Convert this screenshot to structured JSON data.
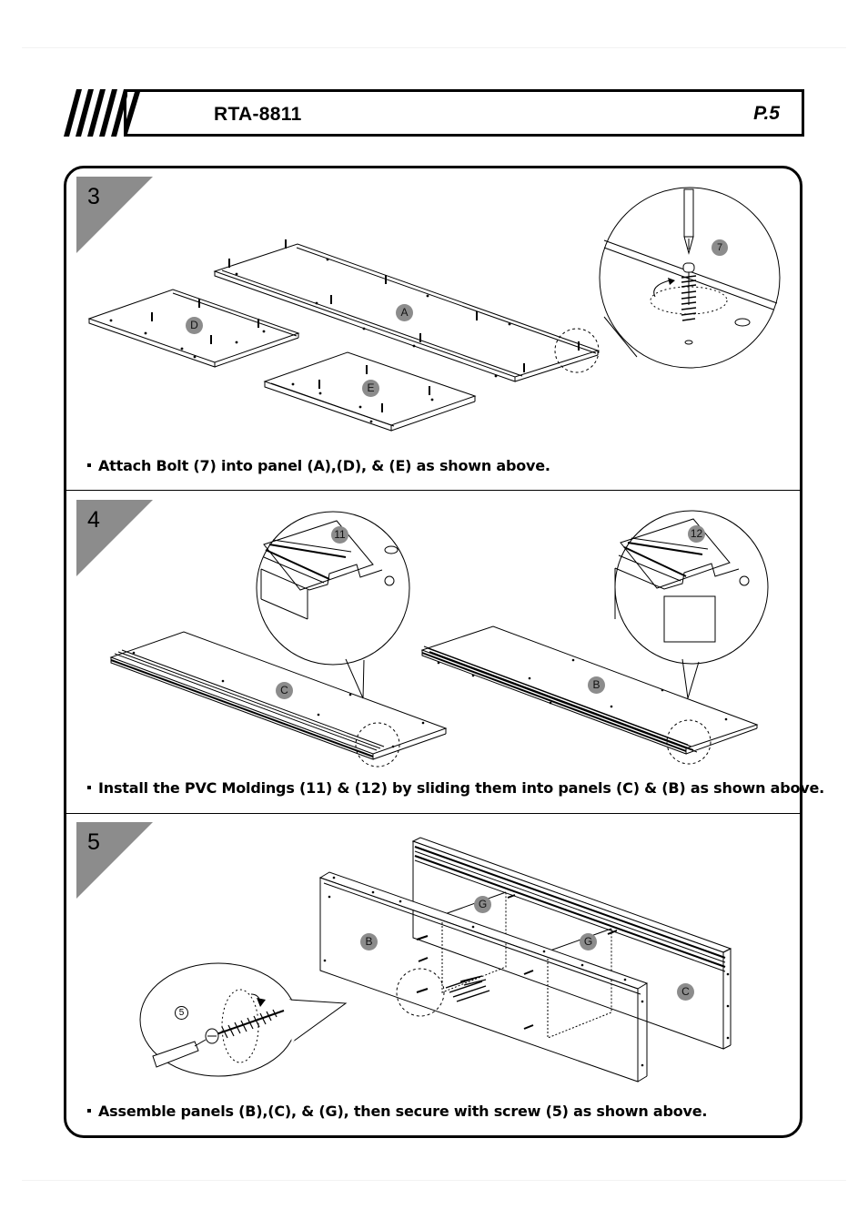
{
  "header": {
    "model": "RTA-8811",
    "page": "P.5"
  },
  "steps": [
    {
      "number": "3",
      "instruction": "Attach Bolt (7) into panel (A),(D), & (E) as shown above.",
      "labels": {
        "panel_a": "A",
        "panel_d": "D",
        "panel_e": "E",
        "bolt": "7"
      }
    },
    {
      "number": "4",
      "instruction": "Install the PVC Moldings (11) & (12) by sliding them into panels (C) & (B) as shown above.",
      "labels": {
        "panel_c": "C",
        "panel_b": "B",
        "molding_11": "11",
        "molding_12": "12"
      }
    },
    {
      "number": "5",
      "instruction": "Assemble panels (B),(C), & (G), then secure with screw (5) as shown above.",
      "labels": {
        "panel_b": "B",
        "panel_c": "C",
        "panel_g1": "G",
        "panel_g2": "G",
        "screw": "5"
      }
    }
  ],
  "colors": {
    "step_badge": "#8c8c8c",
    "part_label": "#8c8c8c",
    "line": "#000000"
  }
}
